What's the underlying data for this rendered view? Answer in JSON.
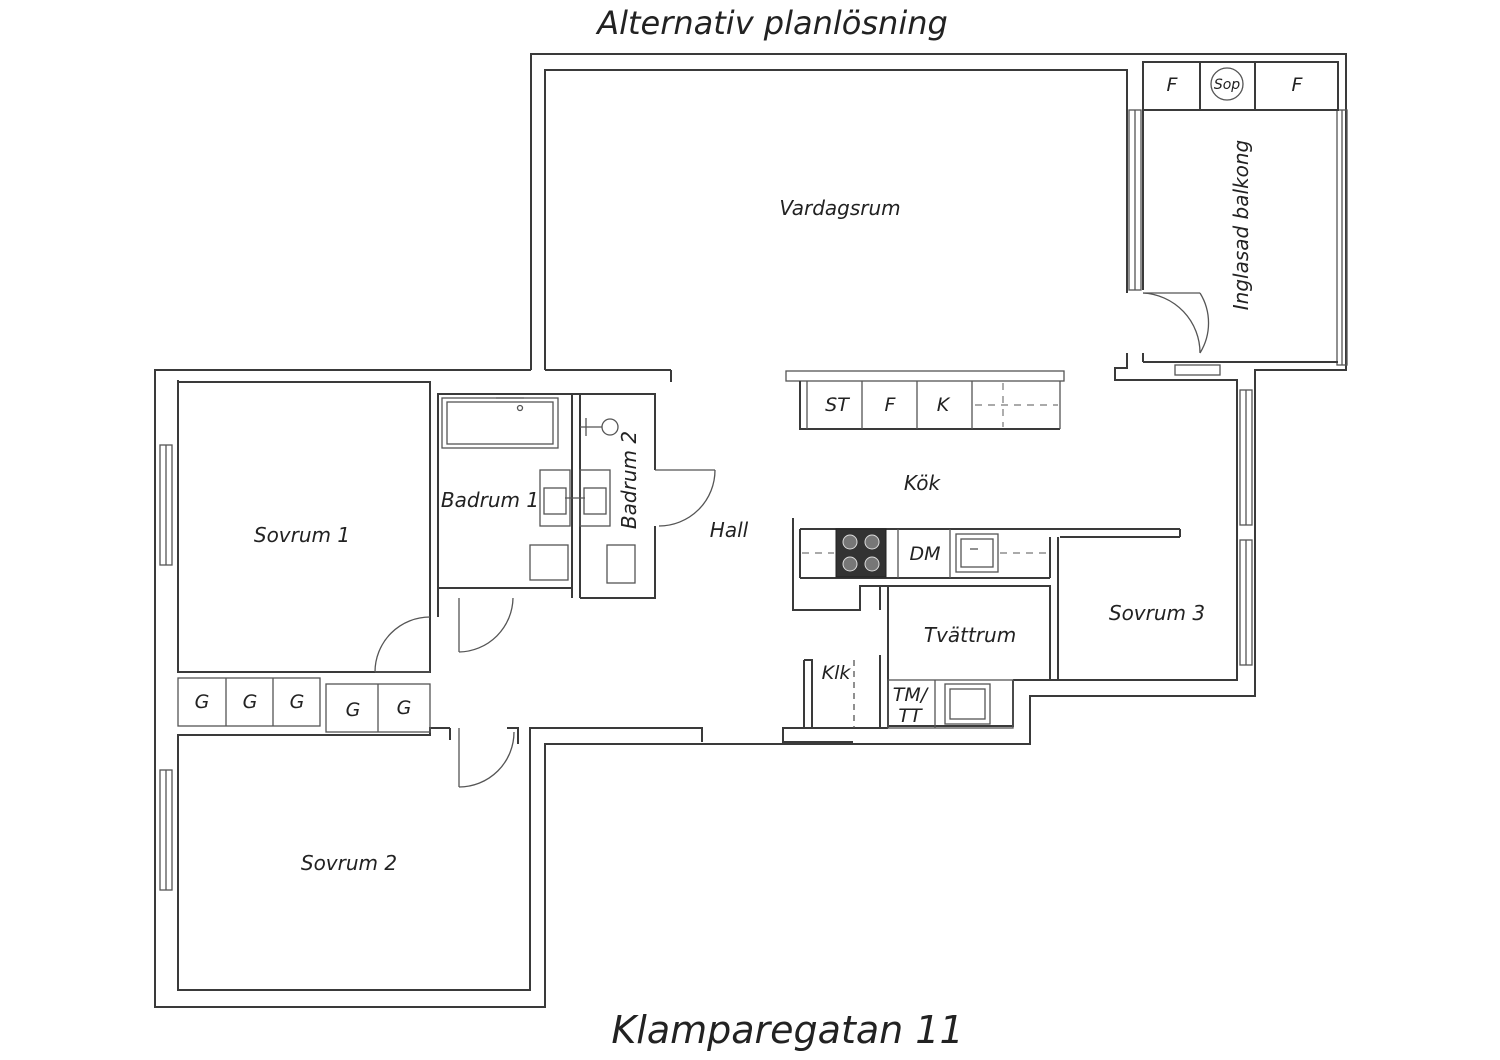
{
  "header": {
    "title": "Alternativ planlösning"
  },
  "footer": {
    "address": "Klamparegatan 11"
  },
  "rooms": {
    "vardagsrum": "Vardagsrum",
    "balkong": "Inglasad balkong",
    "kok": "Kök",
    "hall": "Hall",
    "sovrum1": "Sovrum 1",
    "sovrum2": "Sovrum 2",
    "sovrum3": "Sovrum 3",
    "badrum1": "Badrum 1",
    "badrum2": "Badrum 2",
    "tvattrum": "Tvättrum"
  },
  "fixtures": {
    "st": "ST",
    "f": "F",
    "k": "K",
    "dm": "DM",
    "klk": "Klk",
    "tm": "TM/",
    "tt": "TT",
    "sop": "Sop",
    "g": "G"
  },
  "colors": {
    "wall": "#3a3a3a",
    "text": "#222222",
    "stove": "#333333"
  }
}
